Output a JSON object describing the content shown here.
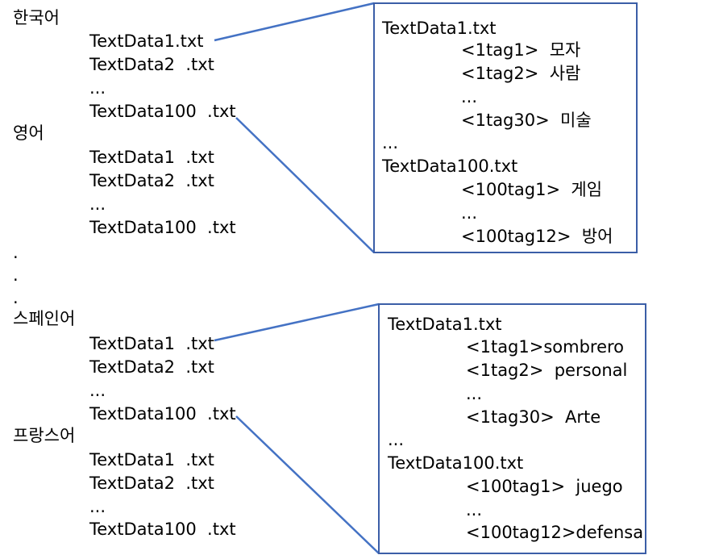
{
  "colors": {
    "line": "#4472c4",
    "box_border": "#3b5ea7",
    "text": "#000000"
  },
  "left_tree": {
    "korean": {
      "heading": "한국어",
      "files": [
        "TextData1.txt",
        "TextData2  .txt",
        "...",
        "TextData100  .txt"
      ]
    },
    "english": {
      "heading": "영어",
      "files": [
        "TextData1  .txt",
        "TextData2  .txt",
        "...",
        "TextData100  .txt"
      ]
    },
    "dots": [
      ".",
      ".",
      "."
    ],
    "spanish": {
      "heading": "스페인어",
      "files": [
        "TextData1  .txt",
        "TextData2  .txt",
        "...",
        "TextData100  .txt"
      ]
    },
    "french": {
      "heading": "프랑스어",
      "files": [
        "TextData1  .txt",
        "TextData2  .txt",
        "...",
        "TextData100  .txt"
      ]
    }
  },
  "box_korean": {
    "file1": "TextData1.txt",
    "tags1": [
      "<1tag1>  모자",
      "<1tag2>  사람",
      "...",
      "<1tag30>  미술"
    ],
    "ellipsis": "...",
    "file100": "TextData100.txt",
    "tags100": [
      "<100tag1>  게임",
      "...",
      "<100tag12>  방어"
    ]
  },
  "box_spanish": {
    "file1": "TextData1.txt",
    "tags1": [
      "<1tag1>sombrero",
      "<1tag2>  personal",
      "...",
      "<1tag30>  Arte"
    ],
    "ellipsis": "...",
    "file100": "TextData100.txt",
    "tags100": [
      "<100tag1>  juego",
      "...",
      "<100tag12>defensa"
    ]
  }
}
